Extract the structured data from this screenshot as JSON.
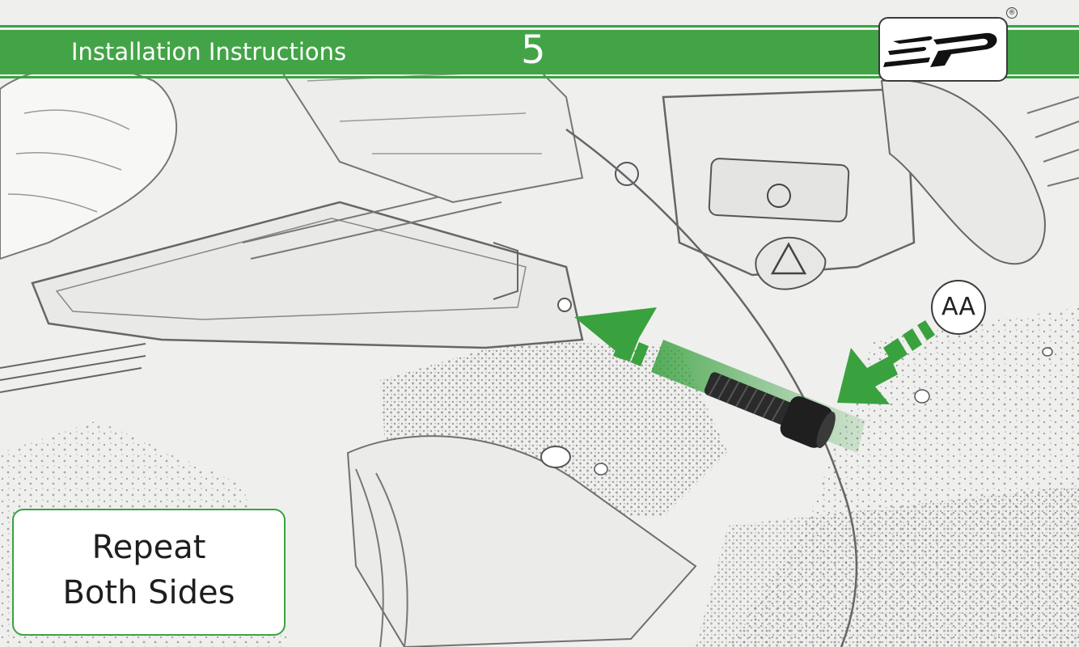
{
  "header": {
    "title": "Installation Instructions",
    "step_number": "5",
    "brand_color": "#43a447"
  },
  "logo": {
    "name": "ep-logo",
    "registered_mark": "®"
  },
  "callout": {
    "part_label": "AA"
  },
  "note": {
    "line1": "Repeat",
    "line2": "Both Sides"
  },
  "illustration": {
    "subject": "bolt inserted into handlebar mount",
    "arrow_color": "#3aa13f",
    "sketch_color": "#6d6d6d"
  }
}
